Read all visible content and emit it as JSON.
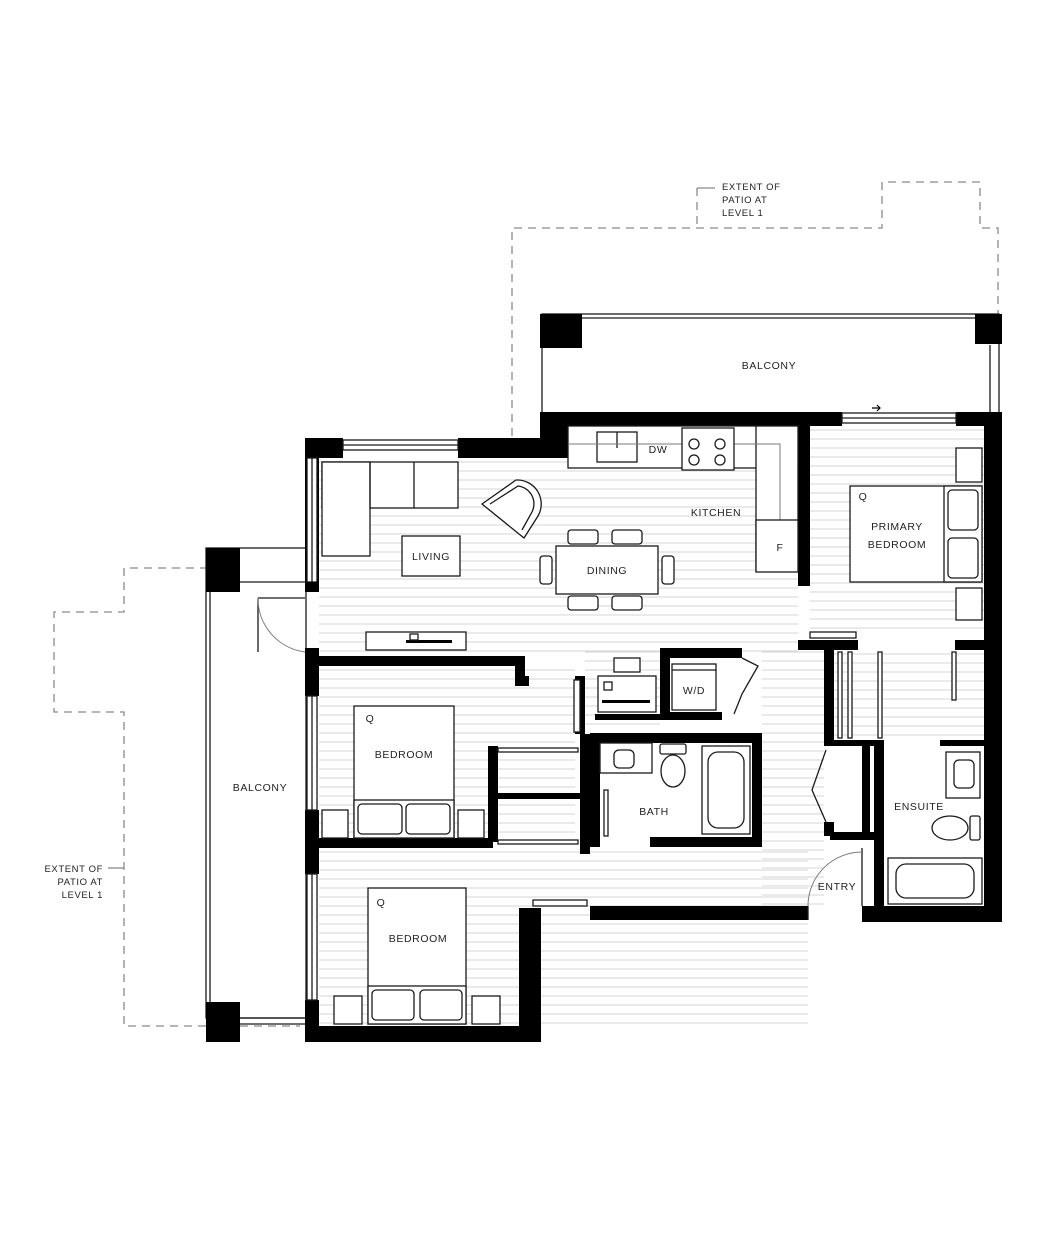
{
  "labels": {
    "balcony_top": "BALCONY",
    "balcony_left": "BALCONY",
    "kitchen": "KITCHEN",
    "dw": "DW",
    "fridge": "F",
    "living": "LIVING",
    "dining": "DINING",
    "primary_bedroom_1": "PRIMARY",
    "primary_bedroom_2": "BEDROOM",
    "primary_bed_size": "Q",
    "bedroom_1": "BEDROOM",
    "bedroom_1_bed_size": "Q",
    "bedroom_2": "BEDROOM",
    "bedroom_2_bed_size": "Q",
    "washer_dryer": "W/D",
    "bath": "BATH",
    "ensuite": "ENSUITE",
    "entry": "ENTRY",
    "patio_top_1": "EXTENT OF",
    "patio_top_2": "PATIO AT",
    "patio_top_3": "LEVEL 1",
    "patio_left_1": "EXTENT OF",
    "patio_left_2": "PATIO AT",
    "patio_left_3": "LEVEL 1"
  },
  "colors": {
    "wall": "#000000",
    "background": "#ffffff",
    "patio_outline": "#8a8a8a"
  }
}
